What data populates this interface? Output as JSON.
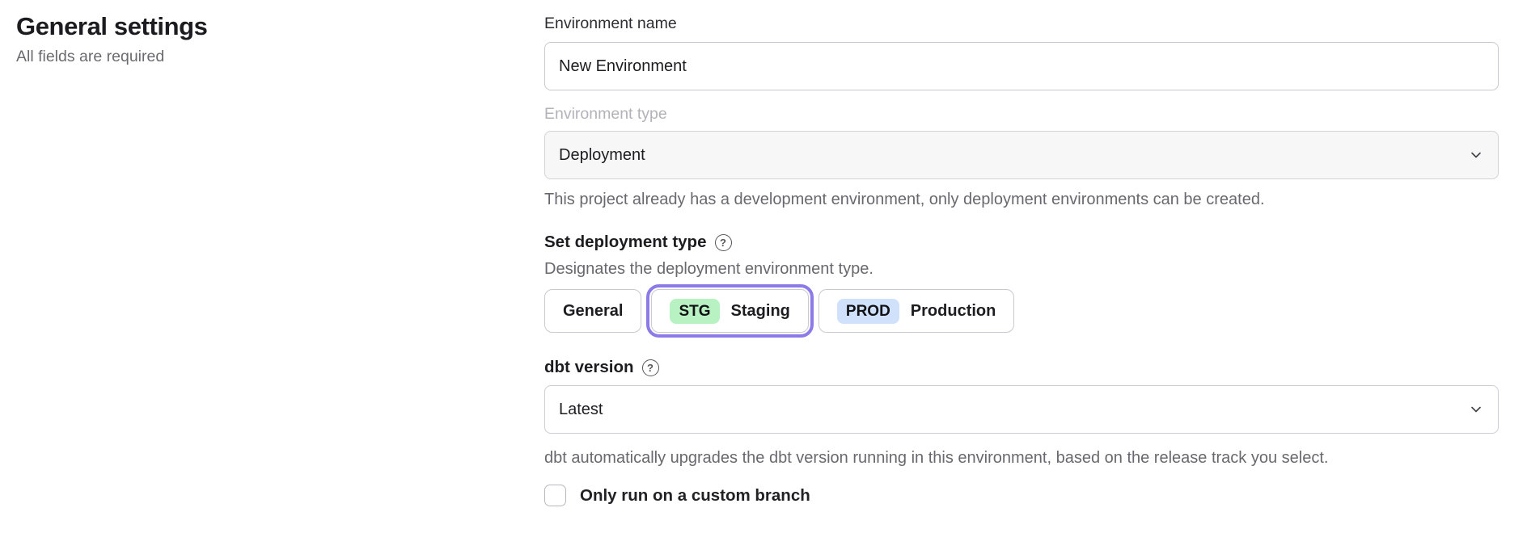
{
  "page": {
    "title": "General settings",
    "subtitle": "All fields are required"
  },
  "form": {
    "environment_name": {
      "label": "Environment name",
      "value": "New Environment"
    },
    "environment_type": {
      "label": "Environment type",
      "value": "Deployment",
      "disabled": true,
      "helper": "This project already has a development environment, only deployment environments can be created."
    },
    "deployment_type": {
      "label": "Set deployment type",
      "help_icon_glyph": "?",
      "helper": "Designates the deployment environment type.",
      "options": [
        {
          "label": "General",
          "badge": "",
          "selected": false
        },
        {
          "label": "Staging",
          "badge": "STG",
          "badge_bg": "#b8f2c2",
          "selected": true
        },
        {
          "label": "Production",
          "badge": "PROD",
          "badge_bg": "#cfe1fb",
          "selected": false
        }
      ]
    },
    "dbt_version": {
      "label": "dbt version",
      "help_icon_glyph": "?",
      "value": "Latest",
      "helper": "dbt automatically upgrades the dbt version running in this environment, based on the release track you select."
    },
    "custom_branch": {
      "label": "Only run on a custom branch",
      "checked": false
    }
  },
  "colors": {
    "selected_ring": "#8b7ae8",
    "staging_badge_bg": "#b8f2c2",
    "production_badge_bg": "#cfe1fb",
    "disabled_field_bg": "#f7f7f8",
    "border": "#c9c9cf",
    "helper_text": "#68686e"
  }
}
